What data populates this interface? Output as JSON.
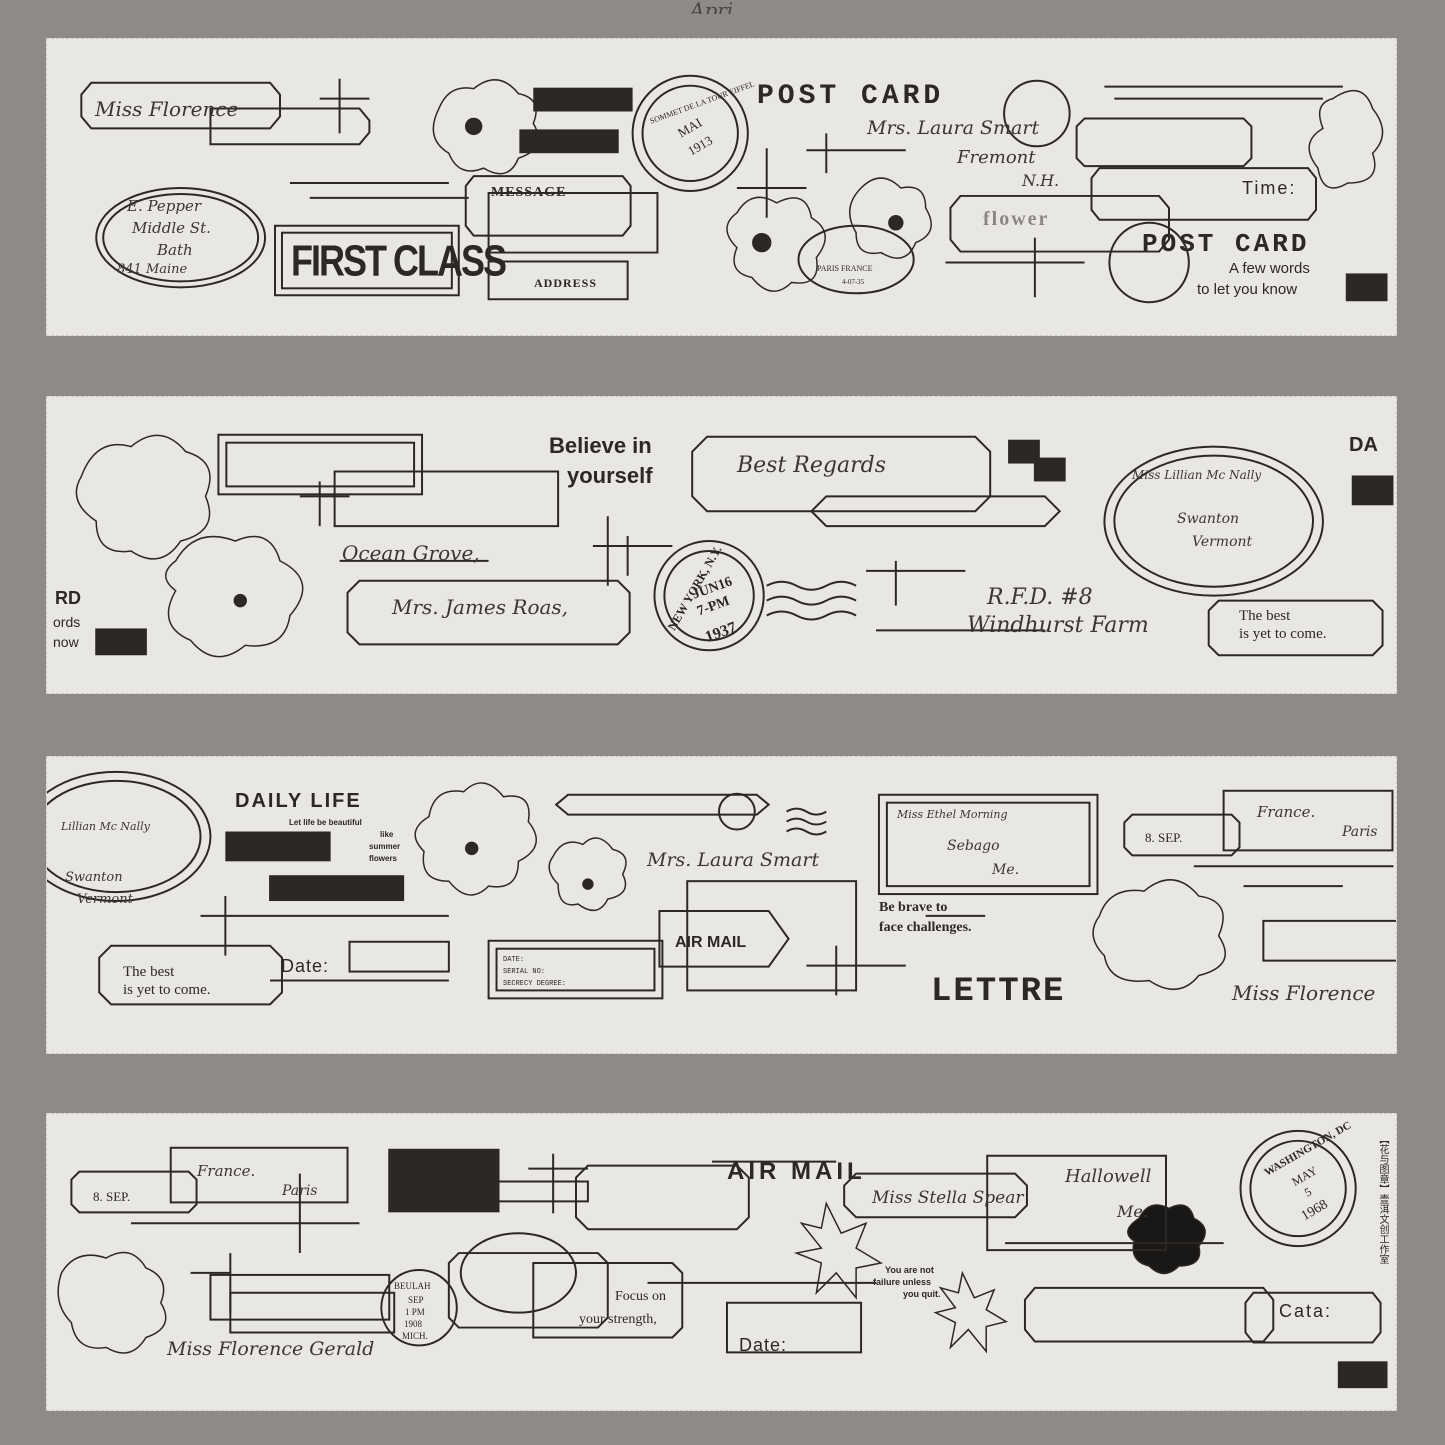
{
  "background_color": "#8f8a88",
  "tape_color": "#e9e7e4",
  "ink_color": "#2b2826",
  "top_script": "Apri",
  "strip1": {
    "script_name": "Miss Florence",
    "address": [
      "E. Pepper",
      "Middle St.",
      "Bath",
      "841 Maine"
    ],
    "first_class": "FIRST CLASS",
    "message": "MESSAGE",
    "address_label": "ADDRESS",
    "stamp_ring": "SOMMET DE LA TOUR EIFFEL",
    "stamp_center": [
      "MAI",
      "1913"
    ],
    "post_card": "POST CARD",
    "recipient": "Mrs. Laura Smart",
    "city": [
      "Fremont",
      "N.H."
    ],
    "flower": "flower",
    "paris_stamp": [
      "PARIS FRANCE",
      "4-07-35"
    ],
    "time_label": "Time:",
    "post_card_2": "POST CARD",
    "few_words": [
      "A few words",
      "to let you know"
    ]
  },
  "strip2": {
    "believe": [
      "Believe in",
      "yourself"
    ],
    "ocean": "Ocean Grove,",
    "james": "Mrs. James Roas,",
    "best_regards": "Best Regards",
    "ny_stamp": [
      "NEW YORK, N.Y.",
      "JUN16",
      "7-PM",
      "1937"
    ],
    "rfd": "R.F.D. #8",
    "windhurst": "Windhurst Farm",
    "lillian": "Miss Lillian Mc Nally",
    "swanton": [
      "Swanton",
      "Vermont"
    ],
    "best": [
      "The best",
      "is yet to come."
    ],
    "da": "DA",
    "left_fragment": [
      "RD",
      "ords",
      "now"
    ]
  },
  "strip3": {
    "daily_life": "DAILY LIFE",
    "daily_sub": [
      "Let life be beautiful",
      "like",
      "summer",
      "flowers"
    ],
    "lillian": "Lillian Mc Nally",
    "swanton": [
      "Swanton",
      "Vermont"
    ],
    "best": [
      "The best",
      "is yet to come."
    ],
    "date": "Date:",
    "form": [
      "DATE:",
      "SERIAL NO:",
      "SECRECY DEGREE:"
    ],
    "air_mail": "AIR MAIL",
    "laura": "Mrs. Laura Smart",
    "ethel": [
      "Miss Ethel Morning",
      "Sebago",
      "Me."
    ],
    "brave": [
      "Be brave to",
      "face challenges."
    ],
    "lettre": "LETTRE",
    "sep": "8. SEP.",
    "france": [
      "France.",
      "Paris"
    ],
    "florence": "Miss Florence"
  },
  "strip4": {
    "sep": "8. SEP.",
    "france": [
      "France.",
      "Paris"
    ],
    "air_mail": "AIR MAIL",
    "beulah": [
      "BEULAH",
      "SEP",
      "1 PM",
      "1908",
      "MICH."
    ],
    "florence": "Miss Florence Gerald",
    "focus": [
      "Focus on",
      "your strength,"
    ],
    "date": "Date:",
    "stella": "Miss Stella Spear",
    "hallowell": "Hallowell",
    "me": "Me.",
    "failure": [
      "You are not",
      "failure unless",
      "you quit."
    ],
    "washington": [
      "WASHINGTON, DC",
      "MAY",
      "5",
      "1968"
    ],
    "cata": "Cata:",
    "vertical_label": "【花与图章】壹洱文创工作室"
  }
}
